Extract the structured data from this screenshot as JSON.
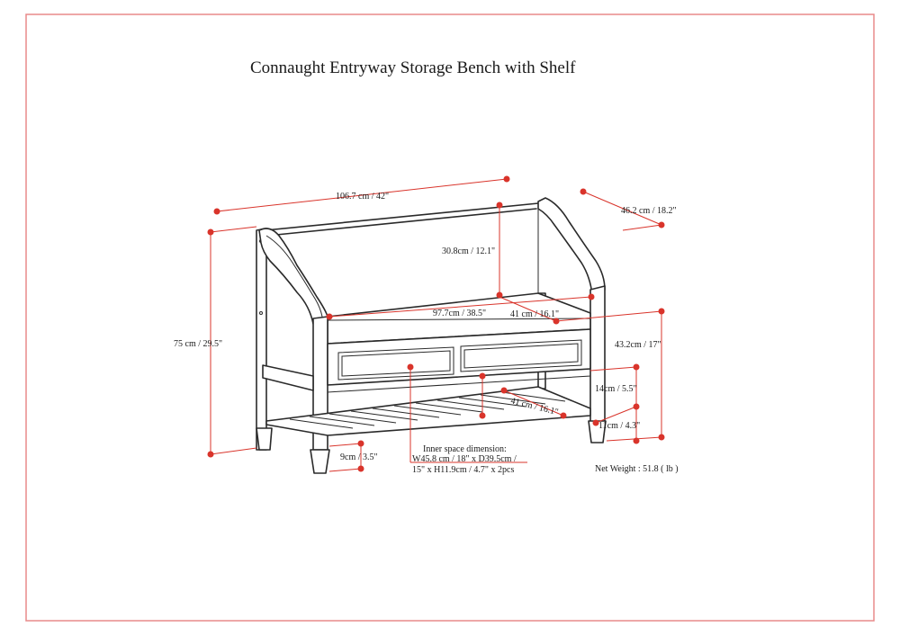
{
  "title": "Connaught Entryway Storage Bench with Shelf",
  "dimensions": {
    "overall_width": "106.7 cm / 42\"",
    "overall_depth": "46.2 cm / 18.2\"",
    "overall_height": "75 cm / 29.5\"",
    "back_height": "30.8cm / 12.1\"",
    "seat_width": "97.7cm / 38.5\"",
    "seat_depth": "41 cm / 16.1\"",
    "seat_height": "43.2cm / 17\"",
    "shelf_gap": "14cm / 5.5\"",
    "shelf_height": "11cm / 4.3\"",
    "leg_height": "9cm / 3.5\"",
    "shelf_depth": "41 cm / 16.1\""
  },
  "inner_space": {
    "line1": "Inner space dimension:",
    "line2": "W45.8 cm / 18\" x D39.5cm /",
    "line3": "15\" x H11.9cm / 4.7\" x 2pcs"
  },
  "net_weight": "Net Weight : 51.8 ( lb )",
  "colors": {
    "frame": "#e88a8a",
    "dimension": "#d9342b",
    "line": "#2a2a2a"
  }
}
